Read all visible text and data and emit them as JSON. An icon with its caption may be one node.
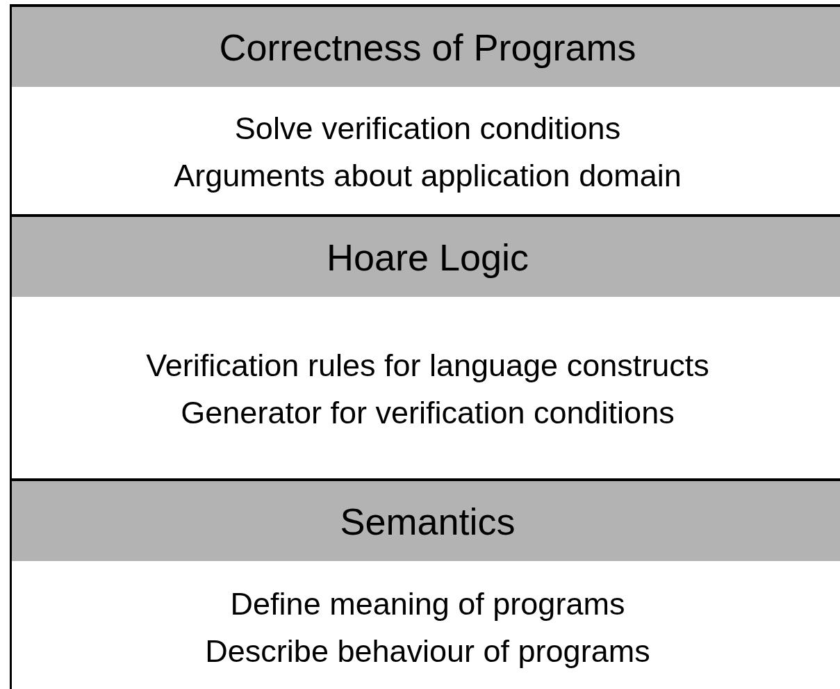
{
  "diagram": {
    "nodes": [
      {
        "text": [
          "Correctness of Programs",
          "Solve verification conditions",
          "Arguments about application domain"
        ]
      },
      {
        "text": [
          "Hoare Logic",
          "Verification rules for language constructs",
          "Generator for verification conditions"
        ]
      },
      {
        "text": [
          "Semantics",
          "Define meaning of programs",
          "Describe behaviour of programs"
        ]
      }
    ]
  }
}
